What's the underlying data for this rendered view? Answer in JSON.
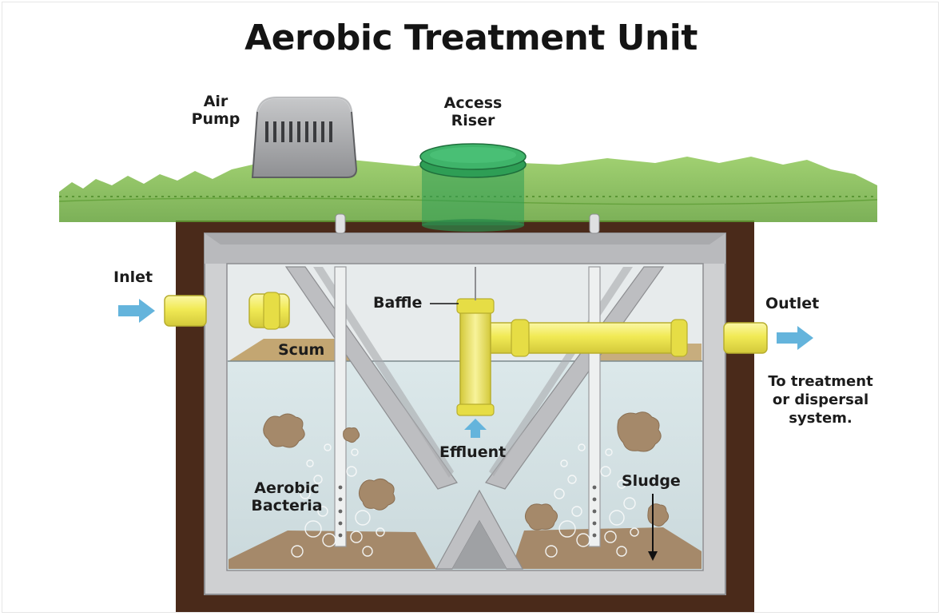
{
  "title": "Aerobic Treatment Unit",
  "labels": {
    "air_pump": "Air\nPump",
    "access_riser": "Access\nRiser",
    "inlet": "Inlet",
    "outlet": "Outlet",
    "outlet_note": "To treatment\nor dispersal\nsystem.",
    "baffle": "Baffle",
    "scum": "Scum",
    "effluent": "Effluent",
    "aerobic_bacteria": "Aerobic\nBacteria",
    "sludge": "Sludge"
  },
  "colors": {
    "grass": "#6fb03c",
    "grass_dark": "#4f8d2a",
    "soil": "#4a2a1a",
    "tank_concrete": "#c8c9cb",
    "water": "#d5e3e6",
    "scum": "#c3a672",
    "sludge": "#a5896a",
    "pipe": "#f1ea55",
    "arrow": "#64b4dc",
    "riser": "#2e9e55"
  },
  "icons": {
    "flow_in": "arrow-right-icon",
    "flow_out": "arrow-right-icon",
    "effluent_flow": "arrow-up-icon",
    "sludge_settle": "arrow-down-icon"
  }
}
